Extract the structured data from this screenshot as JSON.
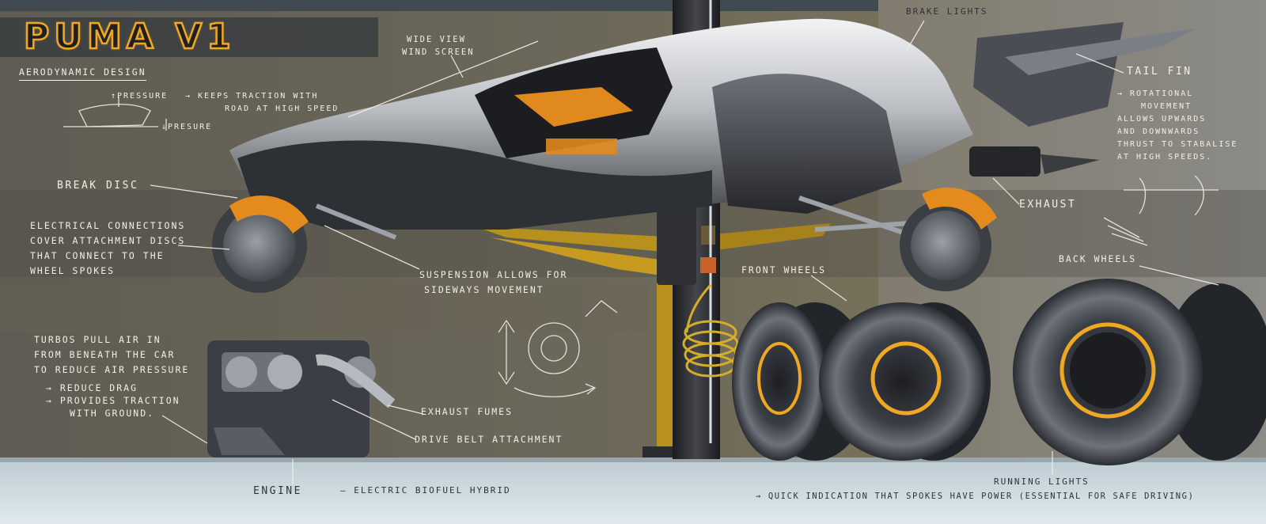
{
  "title": "PUMA V1",
  "subtitle": "AERODYNAMIC DESIGN",
  "pressure_notes": {
    "top": "↑PRESSURE",
    "bottom": "↓PRESURE",
    "effect_line1": "→ KEEPS TRACTION WITH",
    "effect_line2": "ROAD AT HIGH SPEED"
  },
  "windscreen": [
    "WIDE VIEW",
    "WIND SCREEN"
  ],
  "brake_lights": "BRAKE LIGHTS",
  "tail_fin": {
    "label": "TAIL FIN",
    "line1": "→ ROTATIONAL",
    "line2": "MOVEMENT",
    "line3": "ALLOWS UPWARDS",
    "line4": "AND DOWNWARDS",
    "line5": "THRUST TO STABALISE",
    "line6": "AT HIGH SPEEDS."
  },
  "break_disc": "BREAK DISC",
  "electrical": [
    "ELECTRICAL CONNECTIONS",
    "COVER ATTACHMENT DISCS",
    "THAT CONNECT TO THE",
    "WHEEL SPOKES"
  ],
  "exhaust": "EXHAUST",
  "suspension": [
    "SUSPENSION ALLOWS FOR",
    "SIDEWAYS MOVEMENT"
  ],
  "front_wheels": "FRONT WHEELS",
  "back_wheels": "BACK WHEELS",
  "turbos": {
    "line1": "TURBOS PULL AIR IN",
    "line2": "FROM BENEATH THE CAR",
    "line3": "TO REDUCE AIR PRESSURE",
    "line4": "→ REDUCE DRAG",
    "line5": "→ PROVIDES TRACTION",
    "line6": "WITH GROUND."
  },
  "exhaust_fumes": "EXHAUST FUMES",
  "drive_belt": "DRIVE BELT ATTACHMENT",
  "engine": "ENGINE",
  "engine_type": "— ELECTRIC BIOFUEL HYBRID",
  "running_lights": "RUNNING LIGHTS",
  "running_lights_note": "→ QUICK INDICATION THAT SPOKES HAVE POWER (ESSENTIAL FOR SAFE DRIVING)",
  "colors": {
    "accent": "#f0a823",
    "ink": "#f1efe6",
    "floor": "#d8e3e9",
    "body": "#c9ccd0",
    "dark": "#2b2e33"
  }
}
